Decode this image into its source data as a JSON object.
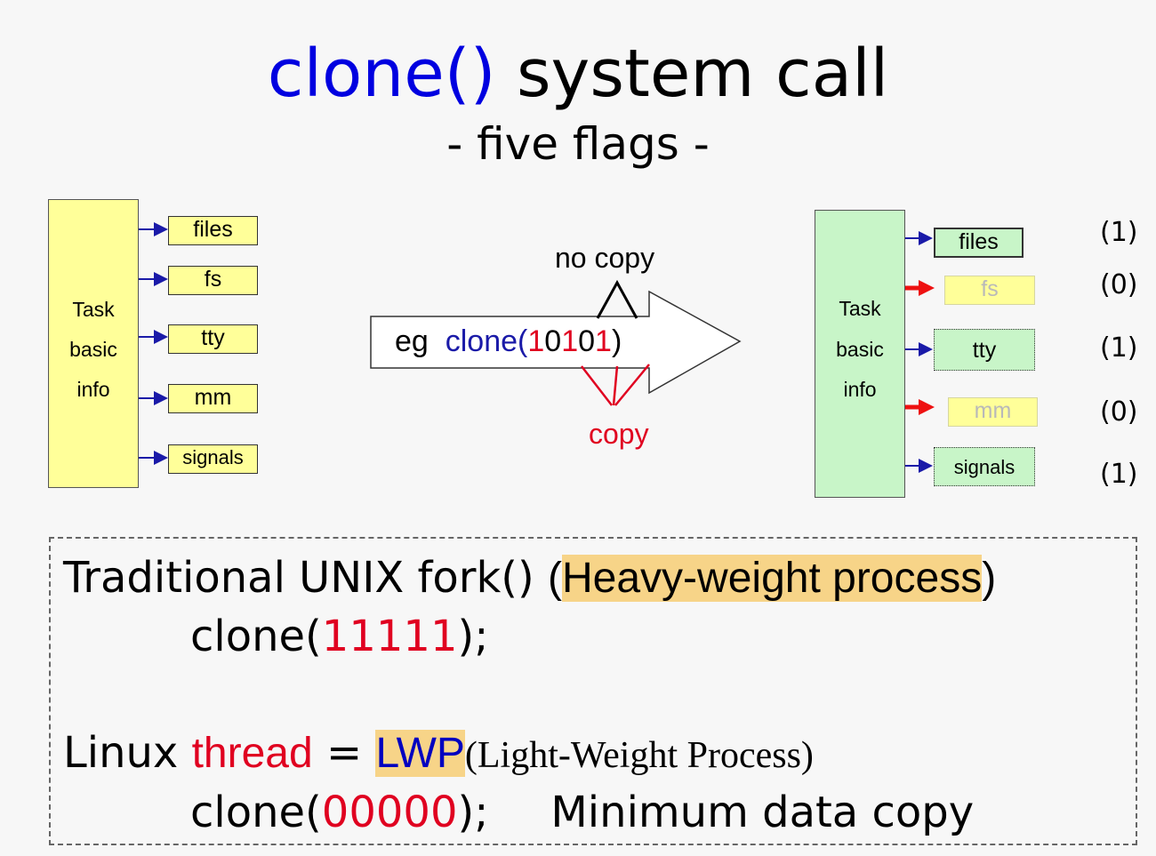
{
  "title": {
    "fn": "clone()",
    "rest": " system call"
  },
  "subtitle": "- five flags -",
  "left_task": {
    "label_lines": [
      "Task",
      "basic",
      "info"
    ],
    "resources": [
      "files",
      "fs",
      "tty",
      "mm",
      "signals"
    ]
  },
  "right_task": {
    "label_lines": [
      "Task",
      "basic",
      "info"
    ],
    "resources": [
      {
        "name": "files",
        "flag": "(1)"
      },
      {
        "name": "fs",
        "flag": "(0)"
      },
      {
        "name": "tty",
        "flag": "(1)"
      },
      {
        "name": "mm",
        "flag": "(0)"
      },
      {
        "name": "signals",
        "flag": "(1)"
      }
    ]
  },
  "arrow": {
    "eg": "eg",
    "fn": "clone",
    "open": "(",
    "bits": [
      "1",
      "0",
      "1",
      "0",
      "1"
    ],
    "close": ")",
    "no_copy": "no copy",
    "copy": "copy"
  },
  "bottom": {
    "line1_text": "Traditional UNIX fork() ",
    "line1_paren_open": "(",
    "line1_hl": "Heavy-weight process",
    "line1_paren_close": ")",
    "line2_pre": "clone(",
    "line2_bits": "11111",
    "line2_post": ");",
    "line3_pre": "Linux ",
    "line3_thread": "thread",
    "line3_eq": " = ",
    "line3_lwp": "LWP",
    "line3_paren": "(Light-Weight Process)",
    "line4_pre": "clone(",
    "line4_bits": "00000",
    "line4_post": ");",
    "line4_note": "Minimum data copy"
  },
  "colors": {
    "blue": "#0000e0",
    "red": "#e00020",
    "yellow": "#ffff99",
    "green": "#c8f5c8",
    "highlight": "#f7d488"
  }
}
